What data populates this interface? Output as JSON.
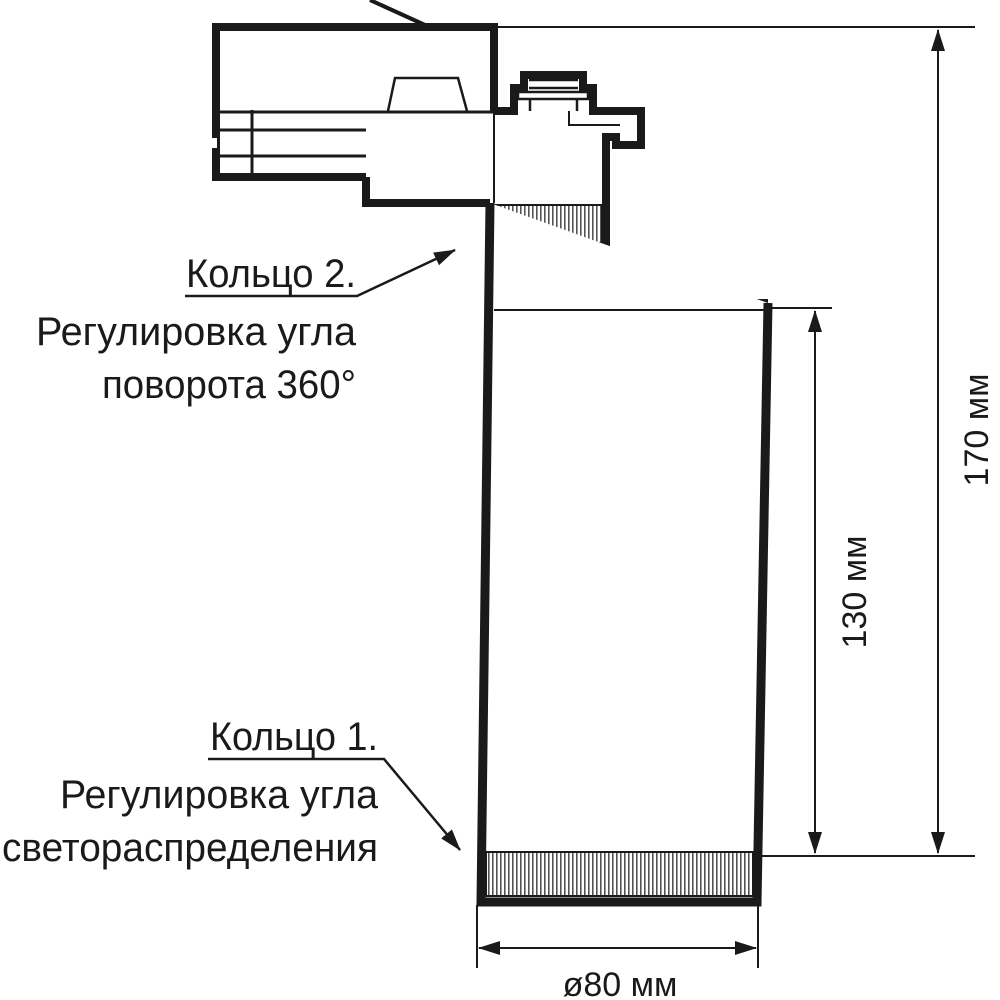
{
  "ring2": {
    "title": "Кольцо 2.",
    "line1": "Регулировка угла",
    "line2": "поворота 360°"
  },
  "ring1": {
    "title": "Кольцо 1.",
    "line1": "Регулировка угла",
    "line2": "светораспределения"
  },
  "dimensions": {
    "total_height": "170 мм",
    "body_height": "130 мм",
    "diameter": "ø80 мм"
  },
  "colors": {
    "line": "#1a1a1a",
    "background": "#ffffff"
  }
}
